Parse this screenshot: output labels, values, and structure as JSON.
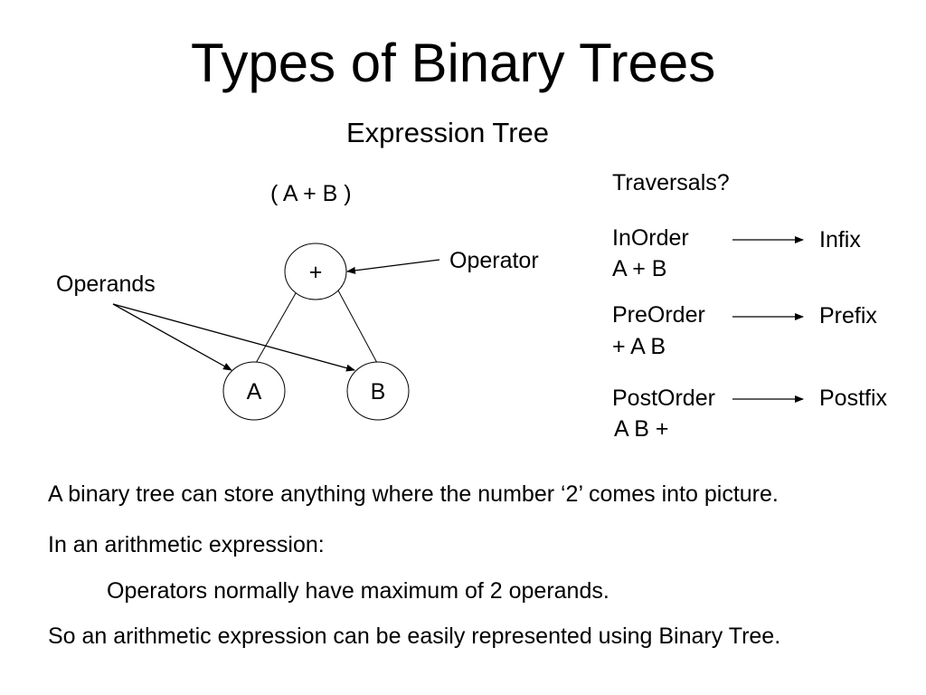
{
  "title": "Types of Binary Trees",
  "subtitle": "Expression Tree",
  "expression": "( A + B )",
  "diagram": {
    "root": "+",
    "left": "A",
    "right": "B",
    "operator_label": "Operator",
    "operands_label": "Operands"
  },
  "traversals": {
    "heading": "Traversals?",
    "rows": [
      {
        "name": "InOrder",
        "result": "A + B",
        "notation": "Infix"
      },
      {
        "name": "PreOrder",
        "result": "+ A B",
        "notation": "Prefix"
      },
      {
        "name": "PostOrder",
        "result": "A B +",
        "notation": "Postfix"
      }
    ]
  },
  "body": {
    "line1": "A binary tree can store anything where the number ‘2’ comes into picture.",
    "line2": "In an arithmetic expression:",
    "line3": "Operators normally have maximum of 2 operands.",
    "line4": "So an arithmetic expression can be easily represented using Binary Tree."
  }
}
